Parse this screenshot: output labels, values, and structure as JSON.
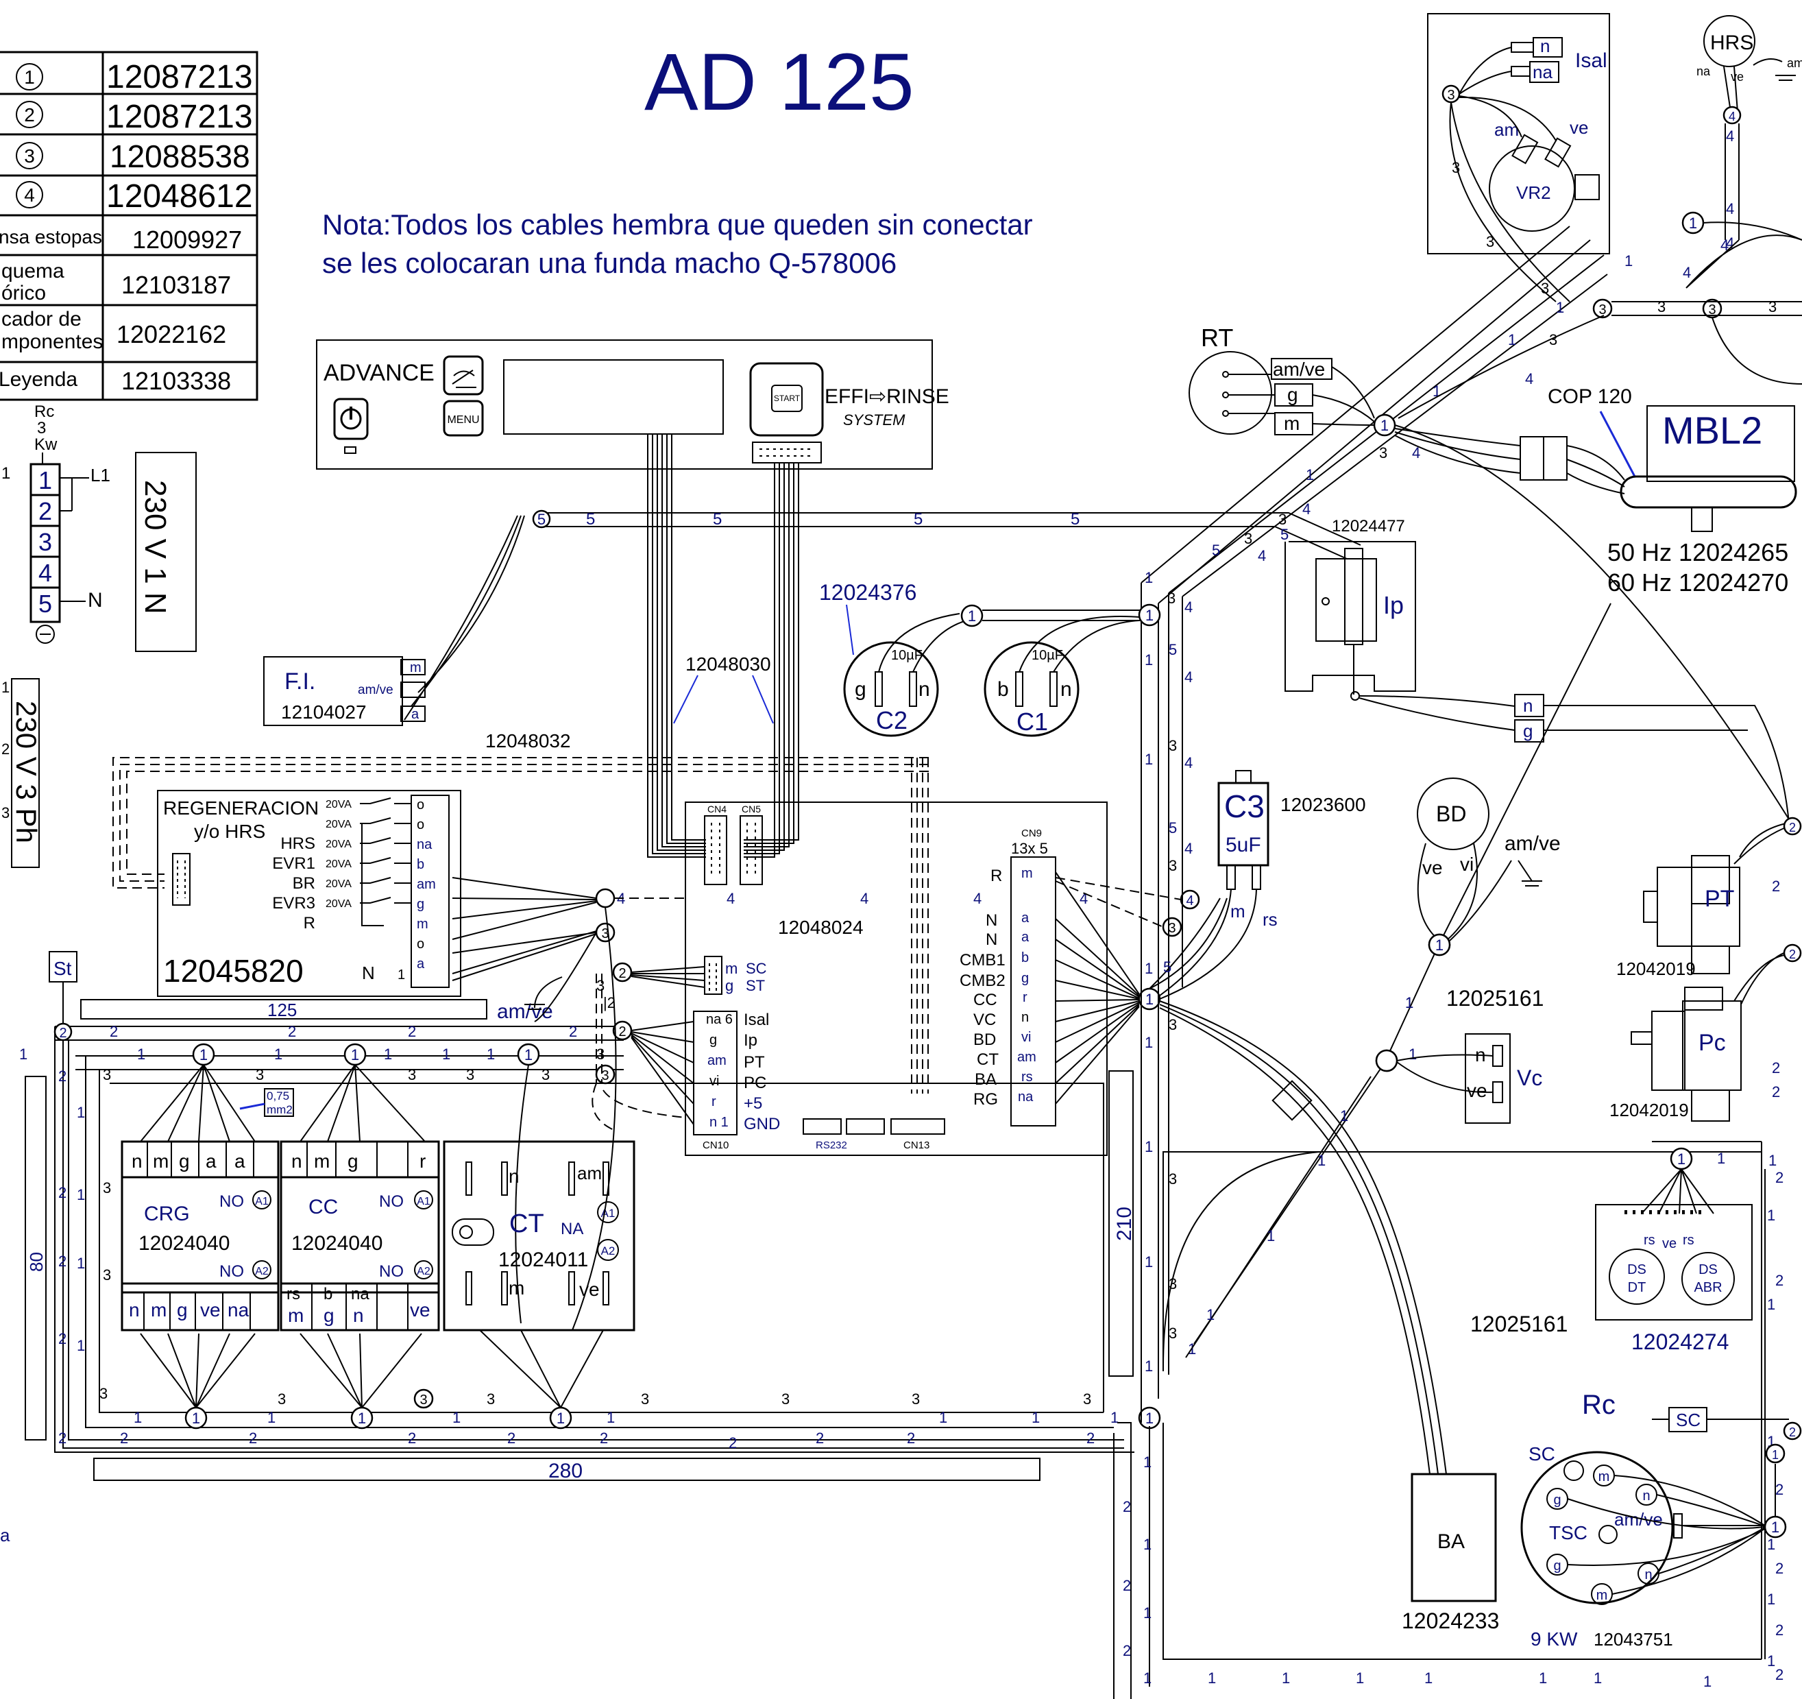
{
  "title": "AD 125",
  "note": {
    "line1": "Nota:Todos los cables hembra que queden sin conectar",
    "line2": "se les colocaran  una funda macho Q-578006"
  },
  "parts_table": [
    {
      "key": "1",
      "code": "12087213"
    },
    {
      "key": "2",
      "code": "12087213"
    },
    {
      "key": "3",
      "code": "12088538"
    },
    {
      "key": "4",
      "code": "12048612"
    },
    {
      "key": "nsa estopas",
      "code": "12009927"
    },
    {
      "key": "quema\nórico",
      "code": "12103187"
    },
    {
      "key": "cador de\nmponentes",
      "code": "12022162"
    },
    {
      "key": "Leyenda",
      "code": "12103338"
    }
  ],
  "power": {
    "rc_label": "Rc\n3\nKw",
    "terminals": [
      "1",
      "2",
      "3",
      "4",
      "5"
    ],
    "l1": "L1",
    "n": "N",
    "mono_voltage": "230 V   1 N",
    "tri_voltage": "230 V  3 Ph",
    "side_numbers": [
      "1",
      "2",
      "3"
    ]
  },
  "panel": {
    "brand": "ADVANCE",
    "menu": "MENU",
    "start": "START",
    "effi_rinse": "EFFI⇨RINSE",
    "system": "SYSTEM"
  },
  "filter": {
    "name": "F.I.",
    "code": "12104027",
    "pins": [
      "m",
      "am/ve",
      "a"
    ]
  },
  "cable_codes": {
    "flat_cables": "12048030",
    "dashed_cable": "12048032",
    "main_board": "12048024"
  },
  "regen_board": {
    "title1": "REGENERACION",
    "title2": "y/o    HRS",
    "code": "12045820",
    "rows": [
      {
        "label": "",
        "va": "20VA",
        "pin": "o"
      },
      {
        "label": "",
        "va": "20VA",
        "pin": "o"
      },
      {
        "label": "HRS",
        "va": "20VA",
        "pin": "na"
      },
      {
        "label": "EVR1",
        "va": "20VA",
        "pin": "b"
      },
      {
        "label": "BR",
        "va": "20VA",
        "pin": "am"
      },
      {
        "label": "EVR3",
        "va": "20VA",
        "pin": "g"
      },
      {
        "label": "R",
        "va": "",
        "pin": "m"
      },
      {
        "label": "",
        "va": "",
        "pin": "o"
      },
      {
        "label": "N",
        "va": "",
        "pin": "a"
      }
    ]
  },
  "st": "St",
  "bars": {
    "b125": "125",
    "b280": "280",
    "b210": "210",
    "b80": "80"
  },
  "am_ve": "am/ve",
  "wire_075": "0,75\nmm2",
  "contactors": [
    {
      "name": "CRG",
      "code": "12024040",
      "top_pins": [
        "n",
        "m",
        "g",
        "a",
        "a"
      ],
      "bottom_pins": [
        "n",
        "m",
        "g",
        "ve",
        "na"
      ],
      "no": "NO",
      "a1": "A1",
      "a2": "A2"
    },
    {
      "name": "CC",
      "code": "12024040",
      "top_pins": [
        "n",
        "m",
        "g",
        "",
        "r"
      ],
      "bottom_pins": [
        "rs\nm",
        "b\ng",
        "na\nn",
        "",
        "ve"
      ],
      "no": "NO",
      "a1": "A1",
      "a2": "A2"
    },
    {
      "name": "CT",
      "code": "12024011",
      "na": "NA",
      "pins": [
        "n",
        "am",
        "m",
        "ve"
      ],
      "a1": "A1",
      "a2": "A2"
    }
  ],
  "main_board": {
    "cn4": "CN4",
    "cn5": "CN5",
    "cn9": "CN9",
    "cn9_size": "13x 5",
    "cn10": "CN10",
    "cn13": "CN13",
    "rs232": "RS232",
    "sc_st": [
      {
        "pin": "m",
        "label": "SC"
      },
      {
        "pin": "g",
        "label": "ST"
      }
    ],
    "cn10_rows": [
      {
        "pin": "na 6",
        "label": "Isal"
      },
      {
        "pin": "g",
        "label": "Ip"
      },
      {
        "pin": "am",
        "label": "PT"
      },
      {
        "pin": "vi",
        "label": "PC"
      },
      {
        "pin": "r",
        "label": "+5"
      },
      {
        "pin": "n  1",
        "label": "GND"
      }
    ],
    "cn9_rows": [
      {
        "label": "R",
        "pin": "m"
      },
      {
        "label": "",
        "pin": ""
      },
      {
        "label": "N",
        "pin": "a"
      },
      {
        "label": "N",
        "pin": "a"
      },
      {
        "label": "CMB1",
        "pin": "b"
      },
      {
        "label": "CMB2",
        "pin": "g"
      },
      {
        "label": "CC",
        "pin": "r"
      },
      {
        "label": "VC",
        "pin": "n"
      },
      {
        "label": "BD",
        "pin": "vi"
      },
      {
        "label": "CT",
        "pin": "am"
      },
      {
        "label": "BA",
        "pin": "rs"
      },
      {
        "label": "RG",
        "pin": "na"
      }
    ]
  },
  "capacitors": {
    "c2": {
      "name": "C2",
      "code": "12024376",
      "uf": "10µF",
      "left": "g",
      "right": "n"
    },
    "c1": {
      "name": "C1",
      "uf": "10µF",
      "left": "b",
      "right": "n"
    },
    "c3": {
      "name": "C3",
      "uf": "5uF",
      "code": "12023600",
      "pins": [
        "m",
        "rs"
      ]
    }
  },
  "rt": {
    "name": "RT",
    "pins": [
      "am/ve",
      "g",
      "m"
    ]
  },
  "mbl2": {
    "name": "MBL2",
    "cop": "COP 120",
    "hz50": "50 Hz  12024265",
    "hz60": "60 Hz  12024270"
  },
  "isal": {
    "name": "Isal",
    "pins": [
      "n",
      "na"
    ],
    "vr2": "VR2",
    "am": "am",
    "ve": "ve"
  },
  "hrs": {
    "name": "HRS",
    "na": "na",
    "ve": "ve",
    "am": "am"
  },
  "ip": {
    "name": "Ip",
    "code": "12024477",
    "pins": [
      "n",
      "g"
    ]
  },
  "bd": {
    "name": "BD",
    "ve": "ve",
    "vi": "vi",
    "am_ve": "am/ve"
  },
  "vc": {
    "name": "Vc",
    "code": "12025161",
    "pins": [
      "n",
      "ve"
    ]
  },
  "pt": {
    "name": "PT",
    "code": "12042019"
  },
  "pc": {
    "name": "Pc",
    "code": "12042019"
  },
  "ds": {
    "dt": "DS\nDT",
    "abr": "DS\nABR",
    "code": "12024274",
    "rs1": "rs",
    "ve": "ve",
    "rs2": "rs"
  },
  "ba": {
    "name": "BA",
    "code": "12024233",
    "cable": "12025161"
  },
  "rc": {
    "name": "Rc",
    "sc_box": "SC",
    "sc": "SC",
    "tsc": "TSC",
    "am_ve": "am/ve",
    "kw": "9 KW",
    "code": "12043751",
    "pins": [
      "m",
      "n",
      "g",
      "n",
      "g",
      "m"
    ]
  },
  "left_a": "a",
  "wire_numbers_note": "1 2 3 4 5"
}
